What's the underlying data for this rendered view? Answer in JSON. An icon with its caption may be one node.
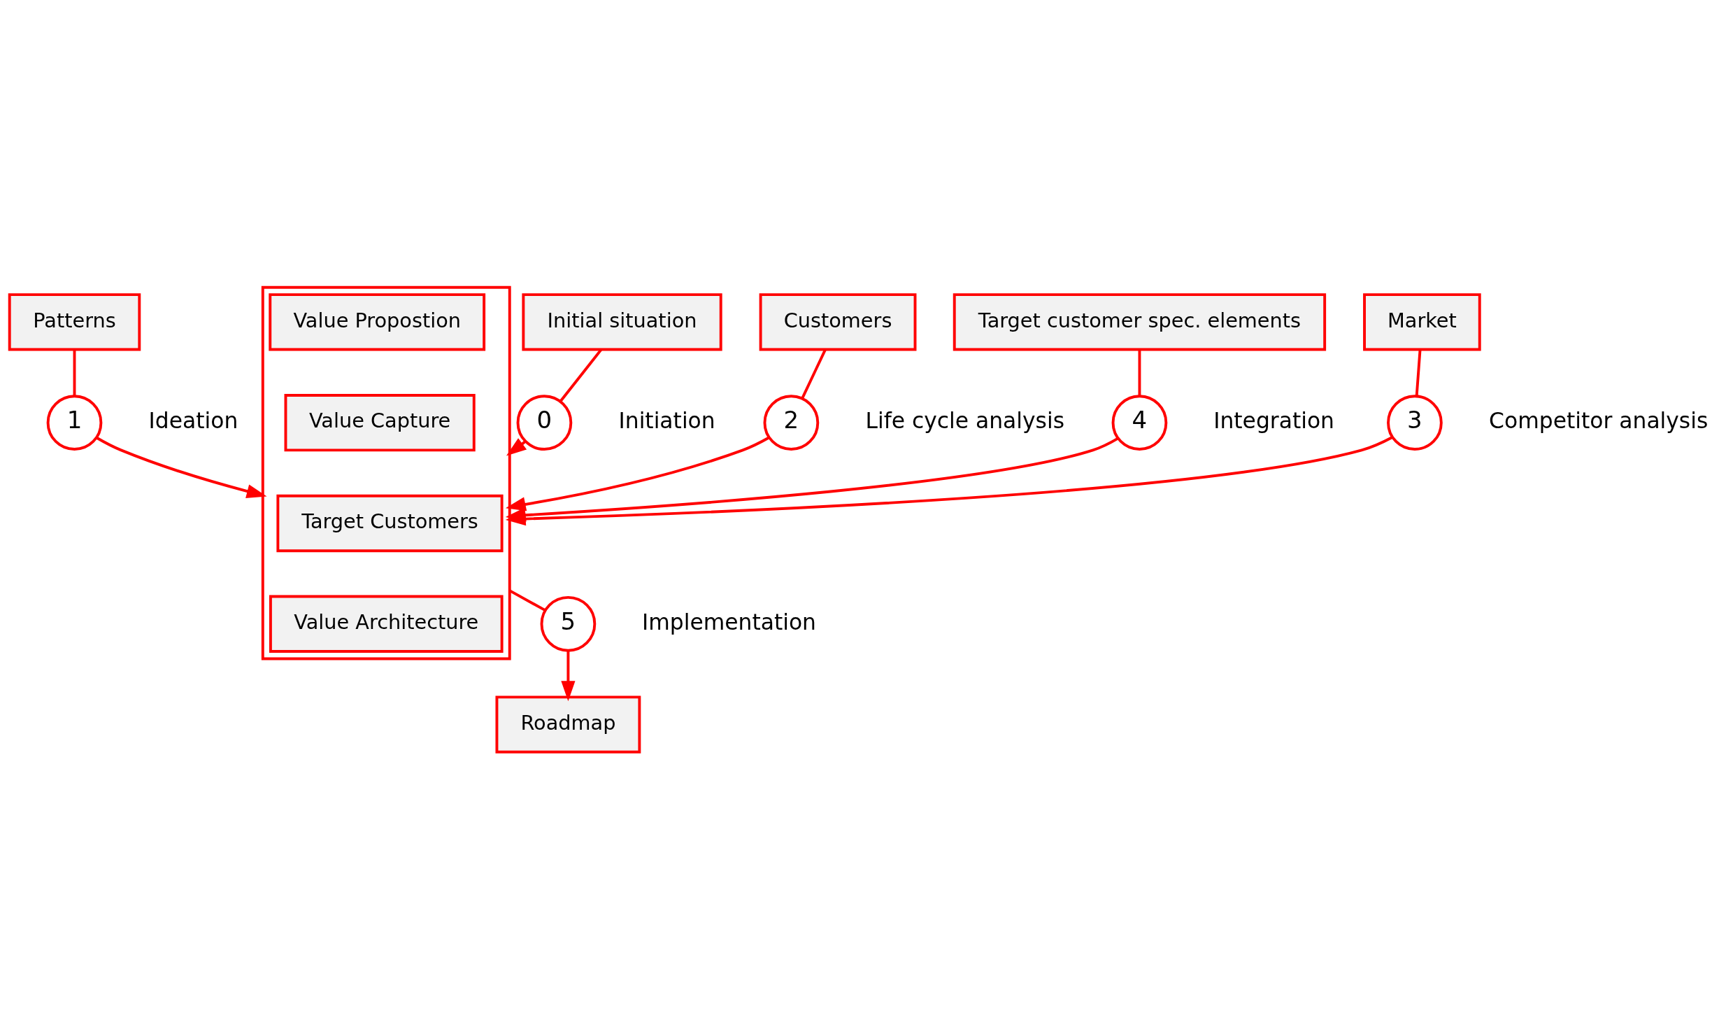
{
  "diagram": {
    "nodes": [
      {
        "text": [
          "Patterns"
        ]
      },
      {
        "text": [
          "Initial situation"
        ]
      },
      {
        "text": [
          "1"
        ],
        "beside": [
          "Ideation"
        ]
      },
      {
        "text": [
          "0"
        ],
        "beside": [
          "Initiation"
        ]
      },
      {
        "text": [],
        "shape": "box"
      },
      {
        "text": [
          "Target Customers"
        ],
        "in": 4
      },
      {
        "text": [
          "Value Propostion"
        ],
        "in": 4
      },
      {
        "text": [
          "Customers"
        ]
      },
      {
        "text": [
          "2"
        ],
        "beside": [
          "Life cycle analysis"
        ]
      },
      {
        "text": [
          "Roadmap"
        ]
      },
      {
        "text": [
          "5"
        ],
        "beside": [
          "Implementation"
        ]
      },
      {
        "text": [
          "Value Architecture"
        ],
        "in": 4
      },
      {
        "text": [
          "Value Capture"
        ],
        "in": 4
      },
      {
        "text": [
          "4"
        ],
        "beside": [
          "Integration"
        ]
      },
      {
        "text": [
          "3"
        ],
        "beside": [
          "Competitor analysis"
        ]
      },
      {
        "text": [
          "Target customer spec. elements"
        ]
      },
      {
        "text": [
          "Market"
        ]
      }
    ],
    "edges": [
      {
        "from": 0,
        "to": 2,
        "arrow": "none"
      },
      {
        "from": 2,
        "to": 4,
        "arrow": "to"
      },
      {
        "from": 1,
        "to": 3,
        "arrow": "none"
      },
      {
        "from": 3,
        "to": 4,
        "arrow": "to"
      },
      {
        "from": 7,
        "to": 8,
        "arrow": "none"
      },
      {
        "from": 8,
        "to": 4,
        "arrow": "to"
      },
      {
        "from": 4,
        "to": 10,
        "arrow": "none"
      },
      {
        "from": 10,
        "to": 9,
        "arrow": "to"
      },
      {
        "from": 15,
        "to": 13,
        "arrow": "none"
      },
      {
        "from": 13,
        "to": 4,
        "arrow": "to"
      },
      {
        "from": 16,
        "to": 14,
        "arrow": "none"
      },
      {
        "from": 14,
        "to": 4,
        "arrow": "to"
      }
    ]
  }
}
